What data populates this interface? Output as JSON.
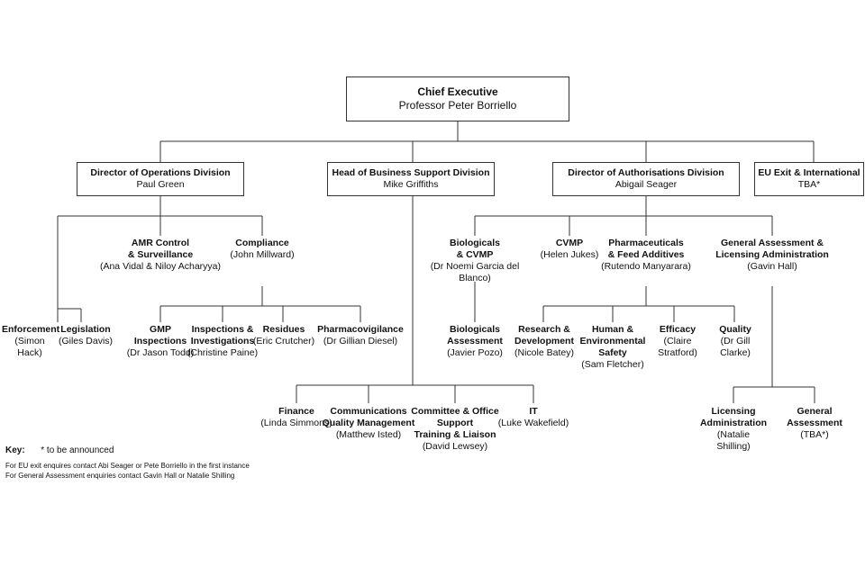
{
  "nodes": {
    "ceo": {
      "title": "Chief Executive",
      "person": "Professor Peter Borriello"
    },
    "ops": {
      "title": "Director of Operations Division",
      "person": "Paul Green"
    },
    "bus": {
      "title": "Head of Business Support Division",
      "person": "Mike Griffiths"
    },
    "auth": {
      "title": "Director of Authorisations Division",
      "person": "Abigail Seager"
    },
    "euexit": {
      "title": "EU Exit & International",
      "person": "TBA*"
    },
    "amr": {
      "title": "AMR Control\n& Surveillance",
      "person": "(Ana Vidal & Niloy Acharyya)"
    },
    "compliance": {
      "title": "Compliance",
      "person": "(John Millward)"
    },
    "enforcement": {
      "title": "Enforcement",
      "person": "(Simon Hack)"
    },
    "legislation": {
      "title": "Legislation",
      "person": "(Giles Davis)"
    },
    "gmp": {
      "title": "GMP\nInspections",
      "person": "(Dr Jason Todd)"
    },
    "inspections": {
      "title": "Inspections &\nInvestigations",
      "person": "(Christine Paine)"
    },
    "residues": {
      "title": "Residues",
      "person": "(Eric Crutcher)"
    },
    "pharmacovig": {
      "title": "Pharmacovigilance",
      "person": "(Dr Gillian Diesel)"
    },
    "finance": {
      "title": "Finance",
      "person": "(Linda Simmons)"
    },
    "comms": {
      "title": "Communications\nQuality Management",
      "person": "(Matthew Isted)"
    },
    "committee": {
      "title": "Committee & Office\nSupport\nTraining & Liaison",
      "person": "(David Lewsey)"
    },
    "it": {
      "title": "IT",
      "person": "(Luke Wakefield)"
    },
    "biologicals": {
      "title": "Biologicals\n& CVMP",
      "person": "(Dr Noemi Garcia del Blanco)"
    },
    "cvmp": {
      "title": "CVMP",
      "person": "(Helen Jukes)"
    },
    "pharma": {
      "title": "Pharmaceuticals\n& Feed Additives",
      "person": "(Rutendo Manyarara)"
    },
    "genassess": {
      "title": "General Assessment &\nLicensing Administration",
      "person": "(Gavin Hall)"
    },
    "bioassess": {
      "title": "Biologicals\nAssessment",
      "person": "(Javier Pozo)"
    },
    "research": {
      "title": "Research &\nDevelopment",
      "person": "(Nicole Batey)"
    },
    "human": {
      "title": "Human &\nEnvironmental\nSafety",
      "person": "(Sam Fletcher)"
    },
    "efficacy": {
      "title": "Efficacy",
      "person": "(Claire Stratford)"
    },
    "quality": {
      "title": "Quality",
      "person": "(Dr Gill Clarke)"
    },
    "licensing": {
      "title": "Licensing\nAdministration",
      "person": "(Natalie Shilling)"
    },
    "general": {
      "title": "General\nAssessment",
      "person": "(TBA*)"
    }
  },
  "key": {
    "label": "Key:",
    "legend": "* to be announced",
    "notes": [
      "For EU exit enquires contact Abi Seager or Pete Borriello in the first instance",
      "For General Assessment enquiries contact Gavin Hall or Natalie Shilling"
    ]
  }
}
